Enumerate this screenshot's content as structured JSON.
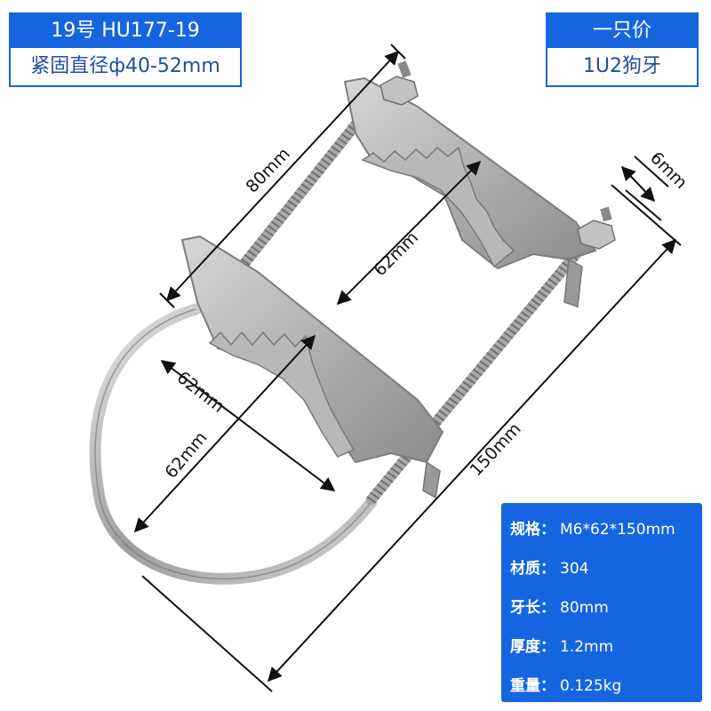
{
  "header_left": {
    "model": "19号 HU177-19",
    "clamp_range": "紧固直径ф40-52mm"
  },
  "header_right": {
    "price_unit": "一只价",
    "set_desc": "1U2狗牙"
  },
  "dimensions": {
    "length_80": "80mm",
    "gap_62_upper": "62mm",
    "u_62_left": "62mm",
    "u_62_width": "62mm",
    "total_150": "150mm",
    "thread_6": "6mm"
  },
  "specs": [
    {
      "label": "规格：",
      "value": "M6*62*150mm"
    },
    {
      "label": "材质：",
      "value": "304"
    },
    {
      "label": "牙长：",
      "value": "80mm"
    },
    {
      "label": "厚度：",
      "value": "1.2mm"
    },
    {
      "label": "重量：",
      "value": "0.125kg"
    }
  ],
  "colors": {
    "accent_blue": "#1565e0",
    "metal": "#b5b5b5"
  }
}
